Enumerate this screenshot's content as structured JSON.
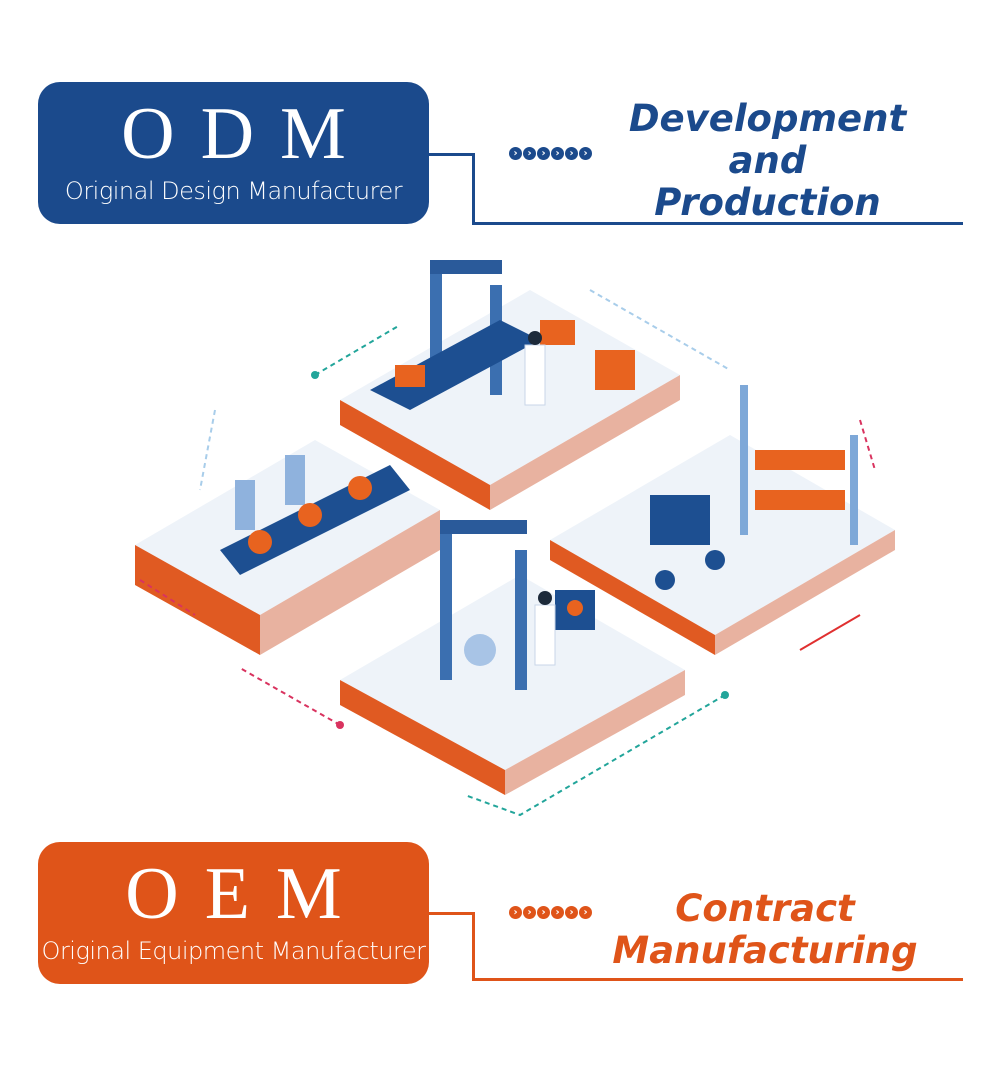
{
  "odm": {
    "abbr": "ODM",
    "full": "Original Design Manufacturer",
    "tagline_lines": [
      "Development",
      "and",
      "Production"
    ],
    "color": "#1b4a8c"
  },
  "oem": {
    "abbr": "OEM",
    "full": "Original Equipment Manufacturer",
    "tagline_lines": [
      "Contract",
      "Manufacturing"
    ],
    "color": "#df5419"
  },
  "chevron_icon": "›"
}
